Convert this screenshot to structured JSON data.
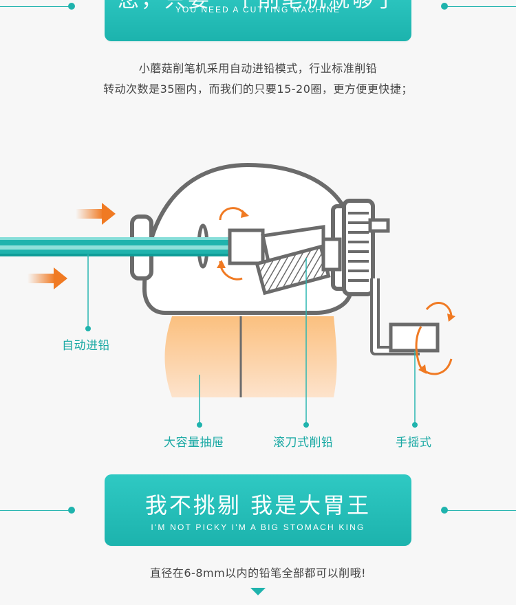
{
  "header": {
    "title": "您，只要一个削笔机就够了",
    "subtitle": "YOU NEED A CUTTING MACHINE"
  },
  "intro": {
    "line1": "小蘑菇削笔机采用自动进铅模式，行业标准削铅",
    "line2": "转动次数是35圈内，而我们的只要15-20圈，更方便更快捷；"
  },
  "callouts": {
    "auto_feed": "自动进铅",
    "large_drawer": "大容量抽屉",
    "roller_blade": "滚刀式削铅",
    "hand_crank": "手摇式"
  },
  "section2": {
    "title": "我不挑剔 我是大胃王",
    "subtitle": "I'M NOT PICKY I'M A BIG STOMACH KING"
  },
  "footnote": "直径在6-8mm以内的铅笔全部都可以削哦!",
  "colors": {
    "teal": "#1fb3ad",
    "orange": "#f07a23",
    "drawer": "#fbc38f",
    "outline": "#6b6b6b"
  },
  "icons": [
    "arrow-right-icon",
    "rotate-arrow-icon",
    "chevron-down-icon"
  ]
}
